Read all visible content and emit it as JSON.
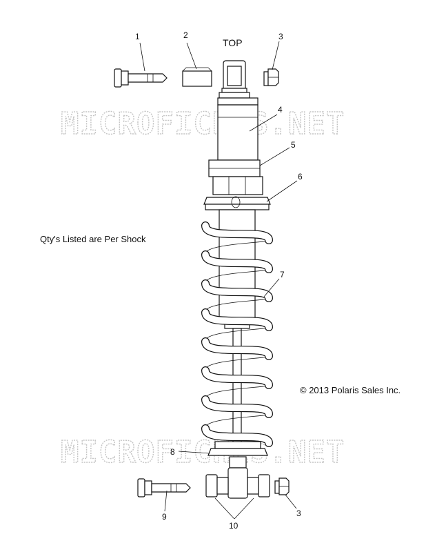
{
  "diagram": {
    "top_label": "TOP",
    "qty_note": "Qty's Listed are Per Shock",
    "copyright": "© 2013 Polaris Sales Inc.",
    "watermark": "MICROFICHES.NET",
    "callouts": {
      "c1": "1",
      "c2": "2",
      "c3_top": "3",
      "c4": "4",
      "c5": "5",
      "c6": "6",
      "c7": "7",
      "c8": "8",
      "c9": "9",
      "c3_bottom": "3",
      "c10": "10"
    }
  }
}
